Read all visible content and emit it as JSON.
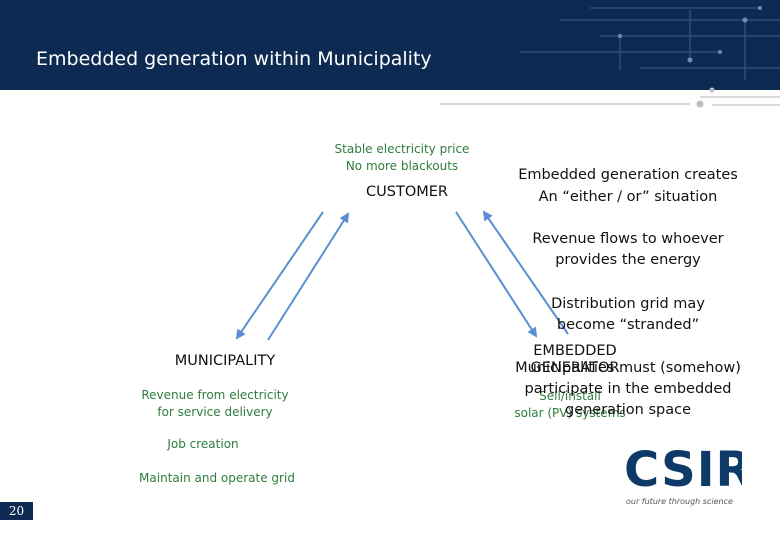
{
  "header": {
    "title": "Embedded generation within Municipality"
  },
  "customer": {
    "benefit_line1": "Stable electricity price",
    "benefit_line2": "No more blackouts",
    "label": "CUSTOMER"
  },
  "municipality": {
    "label": "MUNICIPALITY",
    "point1_line1": "Revenue from electricity",
    "point1_line2": "for service delivery",
    "point2": "Job creation",
    "point3": "Maintain and operate grid"
  },
  "generator": {
    "label_line1": "EMBEDDED",
    "label_line2": "GENERATOR",
    "action_line1": "Sell/install",
    "action_line2": "solar (PV) systems"
  },
  "notes": {
    "note1_line1": "Embedded generation creates",
    "note1_line2": "An “either / or” situation",
    "note2_line1": "Revenue flows to whoever",
    "note2_line2": "provides the energy",
    "note3_line1": "Distribution grid may",
    "note3_line2": "become “stranded”",
    "note4_line1": "Municipalities must (somehow)",
    "note4_line2": "participate in the embedded",
    "note4_line3": "generation space"
  },
  "logo": {
    "text": "CSIR",
    "tagline": "our future through science",
    "color": "#0d3a66"
  },
  "slide_number": "20",
  "colors": {
    "header_bg": "#0d2a52",
    "arrow": "#5b8fd1",
    "green_text": "#2e7d3c"
  }
}
